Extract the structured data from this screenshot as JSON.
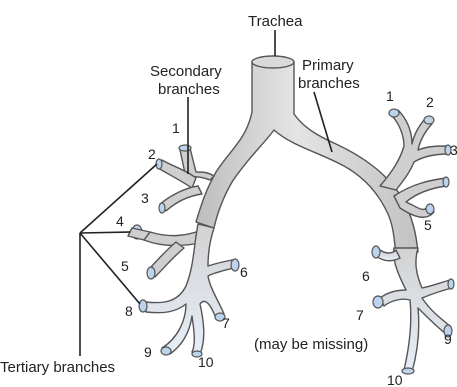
{
  "labels": {
    "trachea": "Trachea",
    "secondary": [
      "Secondary",
      "branches"
    ],
    "primary": [
      "Primary",
      "branches"
    ],
    "tertiary": "Tertiary branches",
    "missing": "(may be missing)"
  },
  "branch_numbers": {
    "left": [
      "1",
      "2",
      "3",
      "4",
      "5",
      "6",
      "7",
      "8",
      "9",
      "10"
    ],
    "right": [
      "1",
      "2",
      "3",
      "5",
      "6",
      "7",
      "9",
      "10"
    ]
  },
  "colors": {
    "tube_fill": "#cfcfcf",
    "tube_stroke": "#555555",
    "tertiary_tint": "#dde8f6",
    "opening_fill": "#bcd3ee",
    "text": "#222222"
  }
}
